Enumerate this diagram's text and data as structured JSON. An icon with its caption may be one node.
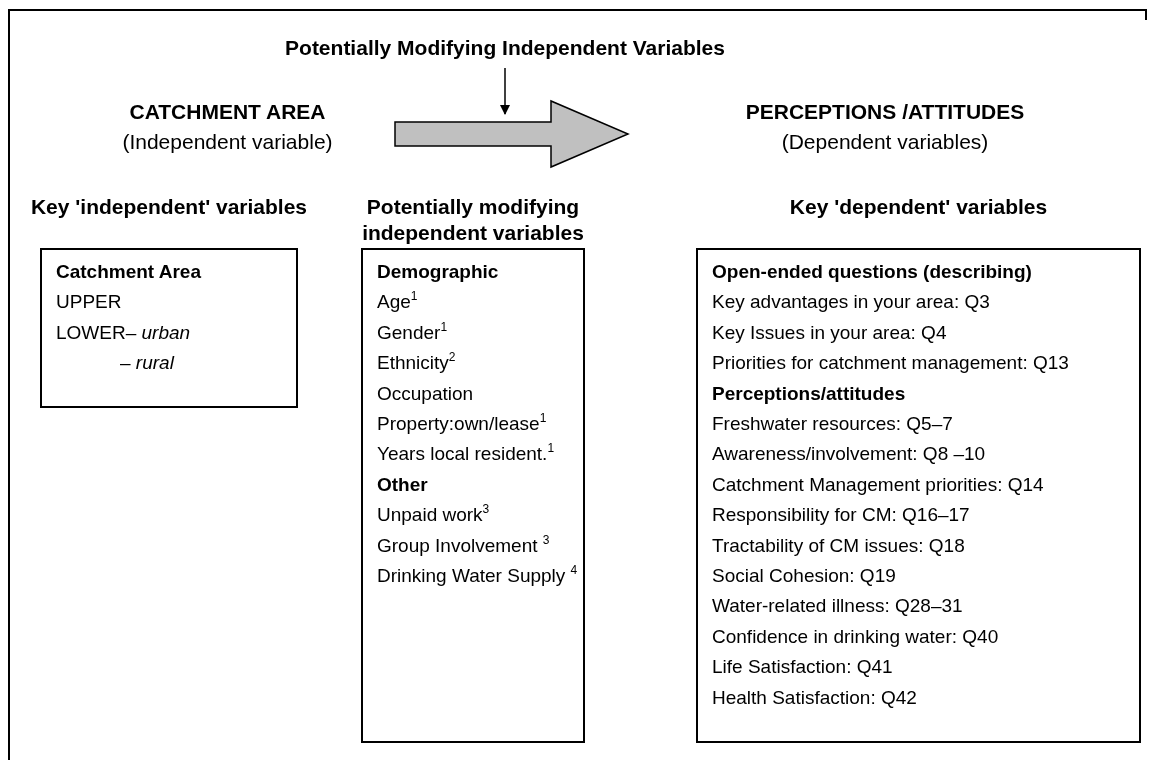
{
  "diagram": {
    "nodes": [
      {
        "text": [
          "Potentially Modifying Independent Variables"
        ]
      },
      {
        "text": [
          "CATCHMENT AREA",
          "(Independent variable)"
        ]
      },
      {
        "text": [
          "PERCEPTIONS /ATTITUDES",
          "(Dependent variables)"
        ]
      },
      {
        "text": [
          "Key 'independent' variables",
          "Catchment Area",
          "UPPER",
          "LOWER– *urban*",
          "– *rural*"
        ]
      },
      {
        "text": [
          "Potentially modifying independent variables",
          "Demographic",
          "Age$^{1}$",
          "Gender$^{1}$",
          "Ethnicity$^{2}$",
          "Occupation",
          "Property:own/lease$^{1}$",
          "Years local resident.$^{1}$",
          "Other",
          "Unpaid work$^{3}$",
          "Group Involvement $^{3}$",
          "Drinking Water Supply $^{4}$"
        ]
      },
      {
        "text": [
          "Key 'dependent' variables",
          "Open-ended questions (describing)",
          "Key advantages in your area: Q3",
          "Key Issues in your area: Q4",
          "Priorities for catchment management: Q13",
          "Perceptions/attitudes",
          "Freshwater resources: Q5–7",
          "Awareness/involvement: Q8 –10",
          "Catchment Management priorities: Q14",
          "Responsibility for CM: Q16–17",
          "Tractability of CM issues: Q18",
          "Social Cohesion: Q19",
          "Water-related illness: Q28–31",
          "Confidence in drinking water: Q40",
          "Life Satisfaction: Q41",
          "Health Satisfaction: Q42"
        ]
      }
    ],
    "edges": [
      {
        "from": 1,
        "to": 2,
        "arrow": "to",
        "style": "thick",
        "color": "#c0c0c0"
      },
      {
        "from": 0,
        "to": null,
        "arrow": "to"
      }
    ]
  }
}
